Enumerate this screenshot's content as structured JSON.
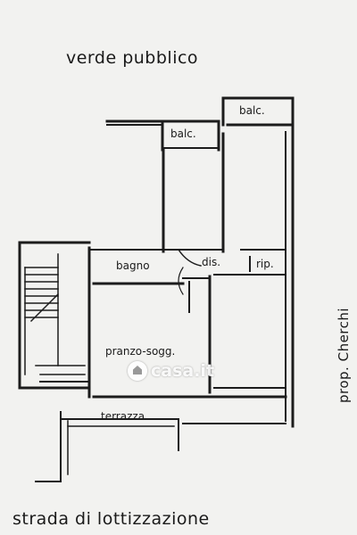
{
  "labels": {
    "top": "verde pubblico",
    "bottom": "strada di lottizzazione",
    "side": "prop. Cherchi"
  },
  "rooms": {
    "balc_left": "balc.",
    "balc_right": "balc.",
    "bagno": "bagno",
    "dis": "dis.",
    "rip": "rip.",
    "pranzo": "pranzo-sogg.",
    "terrazza": "terrazza"
  },
  "watermark": {
    "text": "casa.it",
    "icon": "house-icon"
  }
}
